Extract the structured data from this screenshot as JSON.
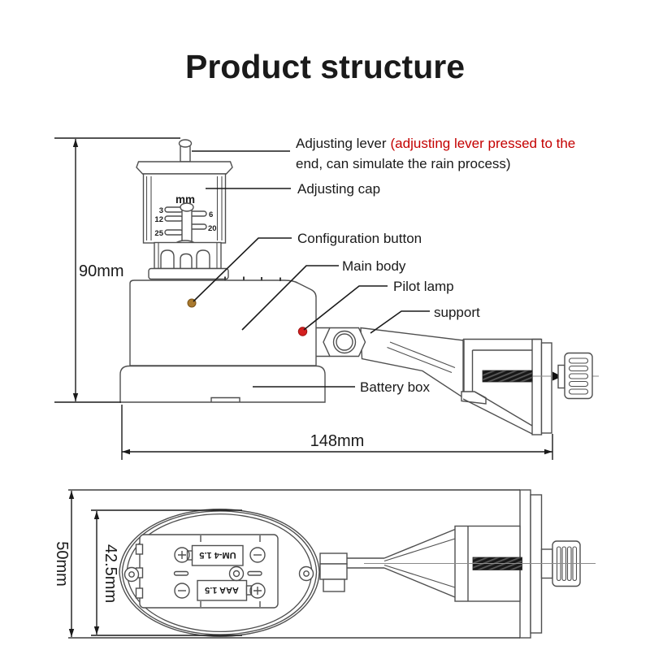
{
  "title": {
    "text": "Product structure",
    "color": "#29a8e0"
  },
  "view_side": {
    "labels": {
      "adjusting_lever": "Adjusting lever",
      "adjusting_lever_note_line1": "(adjusting lever pressed to the",
      "adjusting_lever_note_line2": "end, can simulate the rain process)",
      "adjusting_cap": "Adjusting cap",
      "configuration_button": "Configuration button",
      "main_body": "Main body",
      "pilot_lamp": "Pilot lamp",
      "support": "support",
      "battery_box": "Battery box"
    },
    "dimensions": {
      "height": "90mm",
      "width": "148mm"
    },
    "cap_scale": {
      "unit": "mm",
      "left_ticks": [
        "3",
        "12",
        "25"
      ],
      "right_ticks": [
        "6",
        "20"
      ]
    }
  },
  "view_top": {
    "dimensions": {
      "overall": "50mm",
      "body": "42.5mm"
    },
    "batteries": {
      "slot1": "UM-4 1.5",
      "slot2": "AAA 1.5"
    }
  },
  "colors": {
    "title": "#29a8e0",
    "warning_text": "#c40000",
    "pilot_lamp": "#d41f1f",
    "configuration_button": "#a9792e",
    "device_line": "#4f4f4f",
    "dimension_line": "#1a1a1a"
  }
}
